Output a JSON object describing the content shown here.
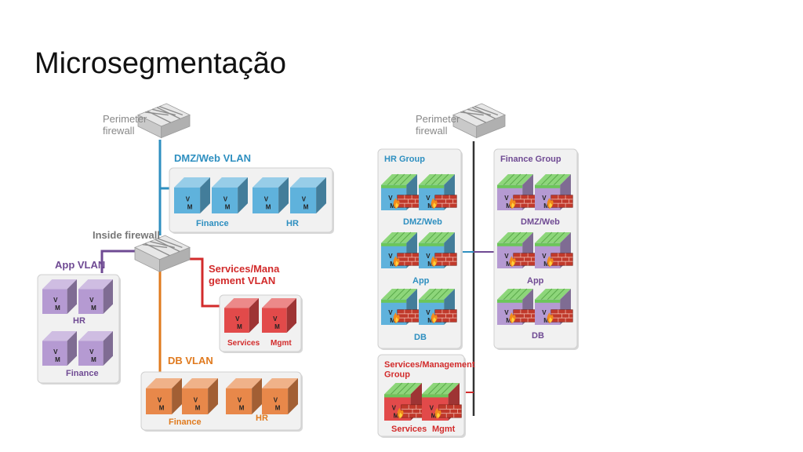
{
  "title": "Microsegmentação",
  "colors": {
    "web": "#2e8fc0",
    "app": "#6f4a93",
    "services": "#d22b2b",
    "db": "#e07a1e",
    "vm_blue": "#5fb2dc",
    "vm_purple": "#b59ad2",
    "vm_red": "#e24a4a",
    "vm_orange": "#e8884a",
    "firewall_green": "#8dd67a"
  },
  "left": {
    "perimeter_firewall": "Perimeter\nfirewall",
    "inside_firewall": "Inside firewall",
    "dmz_vlan": "DMZ/Web VLAN",
    "app_vlan": "App VLAN",
    "services_vlan": "Services/Mana\ngement VLAN",
    "db_vlan": "DB VLAN",
    "dmz_labels": [
      "Finance",
      "HR"
    ],
    "app_labels": [
      "HR",
      "Finance"
    ],
    "services_labels": [
      "Services",
      "Mgmt"
    ],
    "db_labels": [
      "Finance",
      "HR"
    ],
    "vm_mark": "V\nM"
  },
  "right": {
    "perimeter_firewall": "Perimeter\nfirewall",
    "hr_group": "HR Group",
    "finance_group": "Finance  Group",
    "services_group": "Services/Management\nGroup",
    "tiers": [
      "DMZ/Web",
      "App",
      "DB"
    ],
    "services_labels": [
      "Services",
      "Mgmt"
    ]
  }
}
